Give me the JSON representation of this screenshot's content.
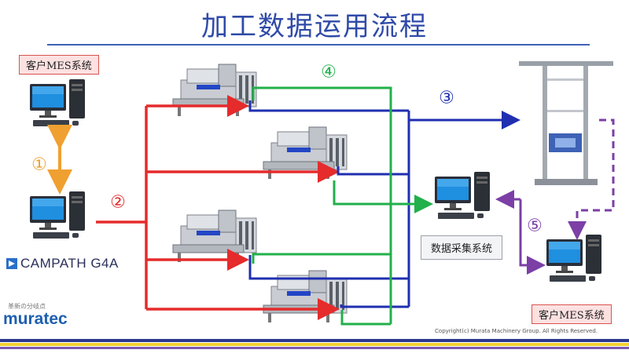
{
  "title": "加工数据运用流程",
  "labels": {
    "mes_top": "客户MES系统",
    "mes_bottom": "客户MES系统",
    "data_collection": "数据采集系统",
    "campath": "CAMPATH G4A",
    "murata_tagline": "革新の分岐点",
    "murata_logo": "muratec",
    "copyright": "Copyright(c) Murata Machinery Group.   All Rights Reserved."
  },
  "steps": [
    "①",
    "②",
    "③",
    "④",
    "⑤"
  ],
  "colors": {
    "title": "#2f4aa8",
    "flow_1": "#f0a030",
    "flow_2": "#e52b2b",
    "flow_3": "#1f2fb0",
    "flow_4": "#22b04b",
    "flow_5": "#7b3fa6",
    "stripe_blue": "#2b3a8f",
    "stripe_yellow": "#f2d233",
    "stripe_purple": "#7d5bb0"
  },
  "icons": [
    "computer-icon",
    "punch-press-machine-icon",
    "storage-tower-icon",
    "campath-logo-icon",
    "muratec-logo-icon"
  ]
}
